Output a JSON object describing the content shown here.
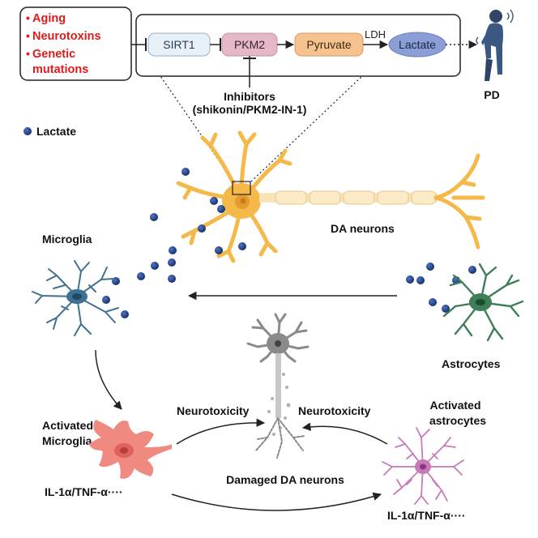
{
  "risk_factors": [
    "Aging",
    "Neurotoxins",
    "Genetic",
    "mutations"
  ],
  "pathway": {
    "sirt1": "SIRT1",
    "pkm2": "PKM2",
    "pyruvate": "Pyruvate",
    "ldh": "LDH",
    "lactate": "Lactate"
  },
  "inhibitors": {
    "line1": "Inhibitors",
    "line2": "(shikonin/PKM2-IN-1)"
  },
  "pd_label": "PD",
  "legend": {
    "lactate": "Lactate"
  },
  "labels": {
    "da_neurons": "DA neurons",
    "microglia": "Microglia",
    "astrocytes": "Astrocytes",
    "activated_microglia_1": "Activated",
    "activated_microglia_2": "Microglia",
    "activated_astrocytes_1": "Activated",
    "activated_astrocytes_2": "astrocytes",
    "neurotoxicity_left": "Neurotoxicity",
    "neurotoxicity_right": "Neurotoxicity",
    "damaged_neurons": "Damaged DA neurons",
    "cytokines_left": "IL-1α/TNF-α····",
    "cytokines_right": "IL-1α/TNF-α····"
  },
  "colors": {
    "risk_text": "#e01b1b",
    "sirt1_fill": "#e8f0f8",
    "pkm2_fill": "#e4b8c8",
    "pyruvate_fill": "#f6c28e",
    "lactate_fill": "#8b9fd6",
    "lactate_dot": "#1f3f86",
    "neuron": "#f5b94a",
    "microglia": "#3f7190",
    "astrocyte": "#3f7f58",
    "activated_microglia": "#f08a80",
    "activated_astrocyte": "#c77ab8",
    "damaged_neuron": "#8a8a8a"
  }
}
